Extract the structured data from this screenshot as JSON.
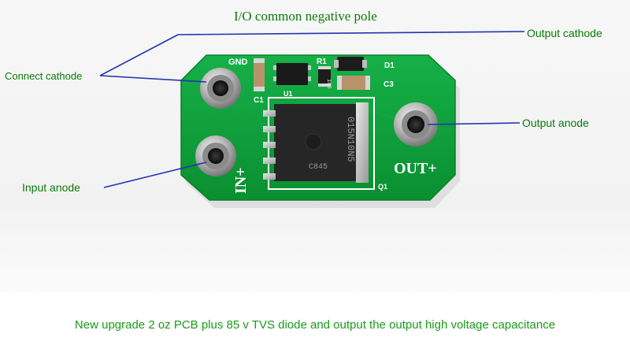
{
  "callouts": {
    "common_negative": "I/O common negative pole",
    "output_cathode": "Output cathode",
    "connect_cathode": "Connect cathode",
    "output_anode": "Output anode",
    "input_anode": "Input anode"
  },
  "pcb": {
    "silkscreen": {
      "gnd": "GND",
      "r1": "R1",
      "d1": "D1",
      "c1": "C1",
      "c3": "C3",
      "u1": "U1",
      "q1": "Q1",
      "in_plus": "IN+",
      "out_plus": "OUT+"
    },
    "mosfet_marking": {
      "line1": "015N10N5",
      "line2": "C845"
    },
    "resistor_marking": "100"
  },
  "caption": "New upgrade 2 oz PCB plus 85 v TVS diode and output the output high voltage capacitance",
  "colors": {
    "label_green": "#0a7a0a",
    "caption_green": "#1a9a1a",
    "pcb_green": "#0fa23a",
    "silkscreen": "#ffffff",
    "leader_line": "#2333b0"
  }
}
